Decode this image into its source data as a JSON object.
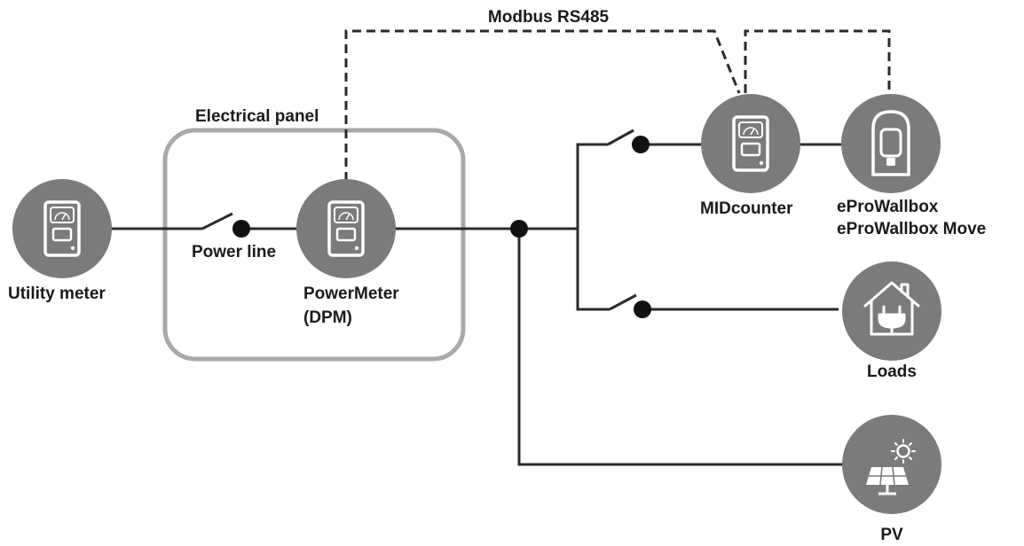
{
  "labels": {
    "bus": "Modbus RS485",
    "panel": "Electrical panel",
    "utility_meter": "Utility meter",
    "power_line": "Power line",
    "power_meter_line1": "PowerMeter",
    "power_meter_line2": "(DPM)",
    "mid_counter": "MIDcounter",
    "wallbox_line1": "eProWallbox",
    "wallbox_line2": "eProWallbox Move",
    "loads": "Loads",
    "pv": "PV"
  },
  "icons": {
    "utility_meter": "energy-meter-icon",
    "power_meter": "energy-meter-icon",
    "mid_counter": "energy-meter-icon",
    "wallbox": "ev-charger-icon",
    "loads": "house-plug-icon",
    "pv": "solar-panel-icon"
  },
  "colors": {
    "node_fill": "#7b7b7b",
    "line": "#2a2a2a",
    "panel_border": "#a9a9a9",
    "icon": "#ffffff",
    "label": "#1a1a1a"
  }
}
